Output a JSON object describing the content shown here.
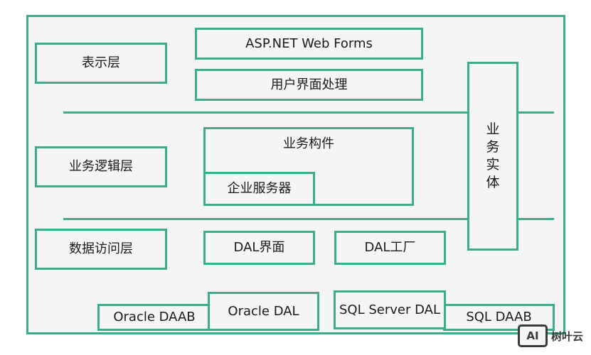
{
  "layers": {
    "presentation": "表示层",
    "business": "业务逻辑层",
    "data_access": "数据访问层"
  },
  "presentation": {
    "web_forms": "ASP.NET Web Forms",
    "ui_processing": "用户界面处理"
  },
  "business": {
    "components": "业务构件",
    "enterprise_services": "企业服务器"
  },
  "data_access": {
    "dal_interface": "DAL界面",
    "dal_factory": "DAL工厂",
    "oracle_daab": "Oracle DAAB",
    "oracle_dal": "Oracle DAL",
    "sql_server_dal": "SQL Server DAL",
    "sql_daab": "SQL DAAB"
  },
  "business_entity": [
    "业",
    "务",
    "实",
    "体"
  ],
  "watermark": {
    "logo": "AI",
    "text": "树叶云"
  },
  "colors": {
    "border": "#3aaf85",
    "fill": "#f4f6f4"
  }
}
